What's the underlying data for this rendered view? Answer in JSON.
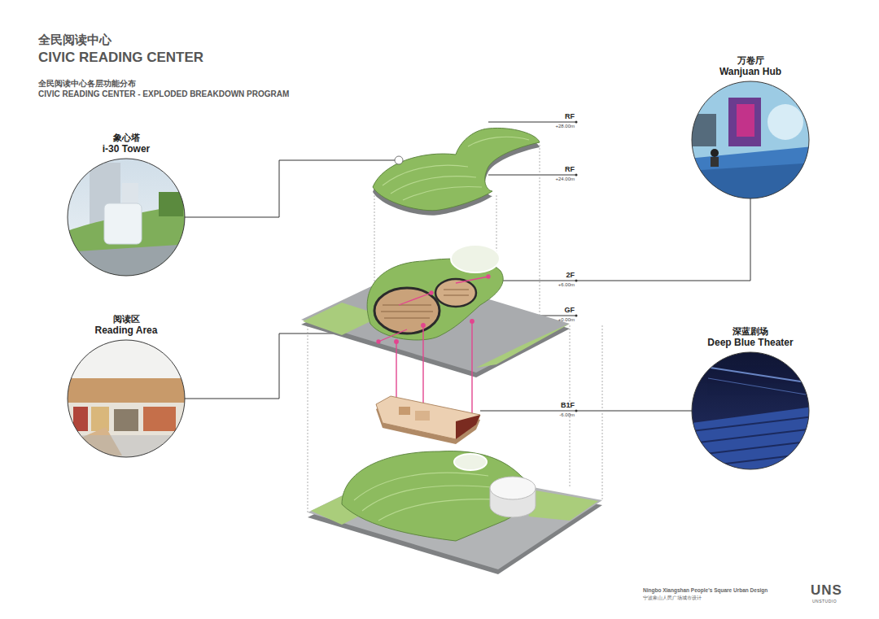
{
  "diagram": {
    "title": "全民阅读中心",
    "nodes": [
      {
        "text": [
          "象心塔",
          "i-30 Tower"
        ]
      },
      {
        "text": [
          "阅读区",
          "Reading Area"
        ]
      },
      {
        "text": [
          "万卷厅",
          "Wanjuan Hub"
        ]
      },
      {
        "text": [
          "深蓝剧场",
          "Deep Blue Theater"
        ]
      }
    ],
    "labels": [
      "CIVIC READING CENTER",
      "全民阅读中心各层功能分布",
      "CIVIC READING CENTER - EXPLODED BREAKDOWN PROGRAM",
      "RF",
      "+28.00m",
      "RF",
      "+24.00m",
      "2F",
      "+6.00m",
      "GF",
      "+0.00m",
      "B1F",
      "-6.00m",
      "Ningbo Xiangshan People's Square Urban Design",
      "宁波象山人民广场城市设计",
      "UNS",
      "UNSTUDIO"
    ]
  }
}
